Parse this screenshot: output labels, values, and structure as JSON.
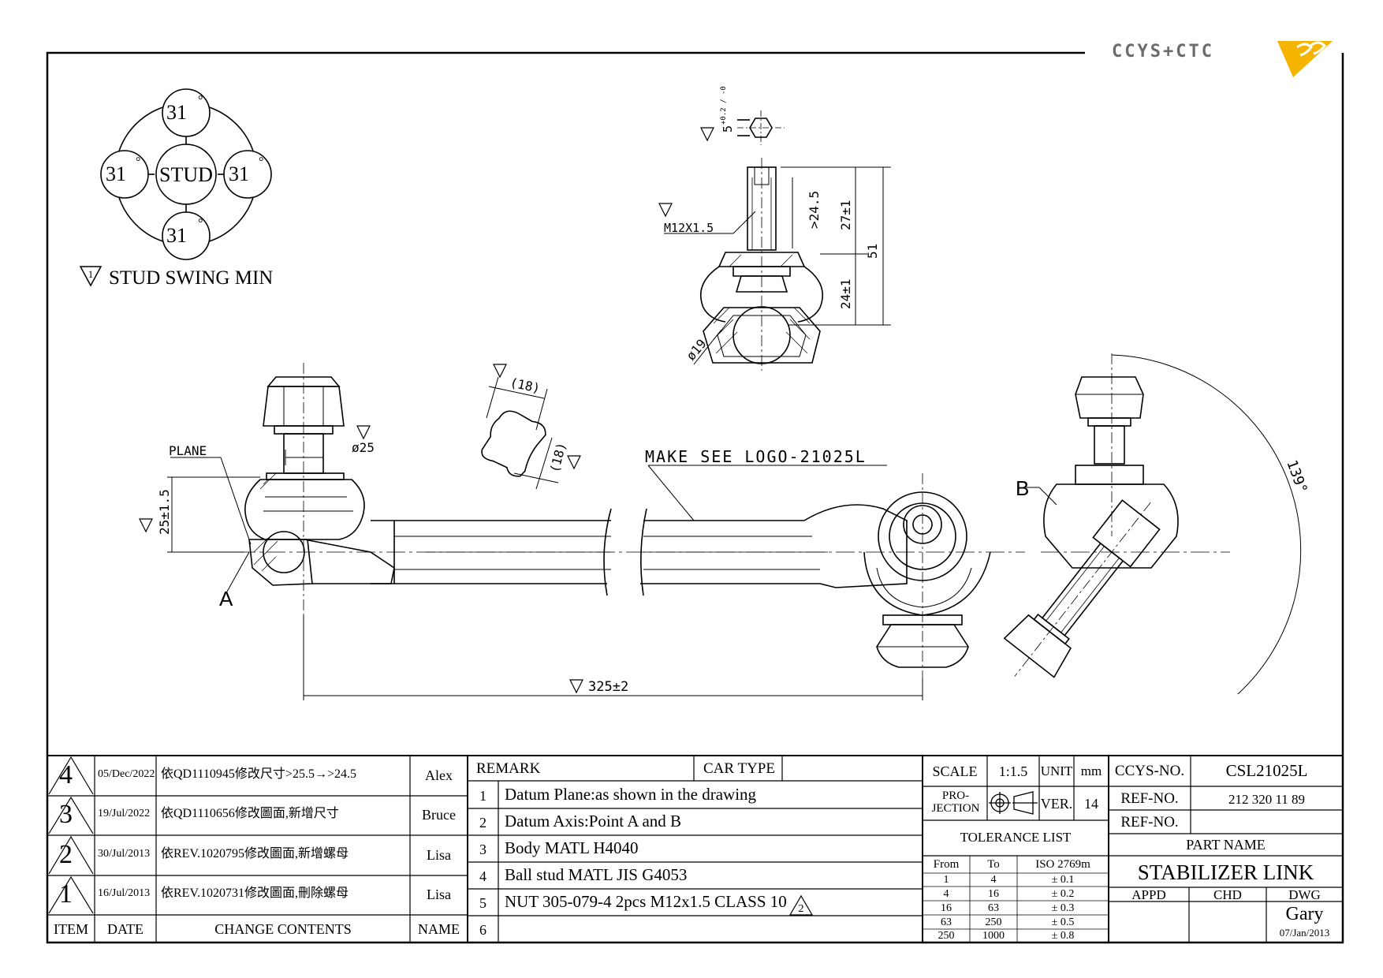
{
  "logo": {
    "text": "CCYS+CTC",
    "accent": "#f5b400"
  },
  "swing": {
    "top": "31",
    "left": "31",
    "right": "31",
    "bottom": "31",
    "center": "STUD",
    "deg": "°",
    "label": "STUD SWING MIN",
    "note": "1"
  },
  "dims": {
    "hex_thread": "5",
    "hex_tol": "+0.2 / -0",
    "thread": "M12X1.5",
    "thread_len": ">24.5",
    "d27": "27±1",
    "d24": "24±1",
    "d51": "51",
    "ball": "ø19",
    "d18a": "(18)",
    "d18b": "(18)",
    "plane": "PLANE",
    "d25": "ø25",
    "h25": "25±1.5",
    "logo_note": "MAKE SEE LOGO-21025L",
    "len": "325±2",
    "angle": "139°",
    "ptA": "A",
    "ptB": "B"
  },
  "revisions": [
    {
      "item": "4",
      "date": "05/Dec/2022",
      "content": "依QD1110945修改尺寸>25.5→>24.5",
      "name": "Alex"
    },
    {
      "item": "3",
      "date": "19/Jul/2022",
      "content": "依QD1110656修改圖面,新增尺寸",
      "name": "Bruce"
    },
    {
      "item": "2",
      "date": "30/Jul/2013",
      "content": "依REV.1020795修改圖面,新增螺母",
      "name": "Lisa"
    },
    {
      "item": "1",
      "date": "16/Jul/2013",
      "content": "依REV.1020731修改圖面,刪除螺母",
      "name": "Lisa"
    }
  ],
  "rev_headers": {
    "item": "ITEM",
    "date": "DATE",
    "content": "CHANGE CONTENTS",
    "name": "NAME"
  },
  "remarks": {
    "header": "REMARK",
    "car_type": "CAR TYPE",
    "items": [
      {
        "no": "1",
        "text": "Datum Plane:as shown in the drawing"
      },
      {
        "no": "2",
        "text": "Datum Axis:Point A and B"
      },
      {
        "no": "3",
        "text": "Body MATL H4040"
      },
      {
        "no": "4",
        "text": "Ball stud MATL JIS G4053"
      },
      {
        "no": "5",
        "text": "NUT 305-079-4 2pcs M12x1.5 CLASS 10"
      },
      {
        "no": "6",
        "text": ""
      }
    ]
  },
  "info": {
    "scale_label": "SCALE",
    "scale": "1:1.5",
    "unit_label": "UNIT",
    "unit": "mm",
    "projection_label": "PRO-\nJECTION",
    "ver_label": "VER.",
    "ver": "14",
    "tolerance_title": "TOLERANCE LIST",
    "tol_headers": {
      "from": "From",
      "to": "To",
      "iso": "ISO 2769m"
    },
    "tolerances": [
      {
        "from": "1",
        "to": "4",
        "tol": "± 0.1"
      },
      {
        "from": "4",
        "to": "16",
        "tol": "± 0.2"
      },
      {
        "from": "16",
        "to": "63",
        "tol": "± 0.3"
      },
      {
        "from": "63",
        "to": "250",
        "tol": "± 0.5"
      },
      {
        "from": "250",
        "to": "1000",
        "tol": "± 0.8"
      }
    ]
  },
  "part": {
    "ccys_label": "CCYS-NO.",
    "ccys_no": "CSL21025L",
    "ref_label": "REF-NO.",
    "ref_no": "212 320 11 89",
    "ref_label2": "REF-NO.",
    "ref_no2": "",
    "name_label": "PART NAME",
    "name": "STABILIZER LINK",
    "appd": "APPD",
    "chd": "CHD",
    "dwg": "DWG",
    "drawer": "Gary",
    "date": "07/Jan/2013"
  }
}
